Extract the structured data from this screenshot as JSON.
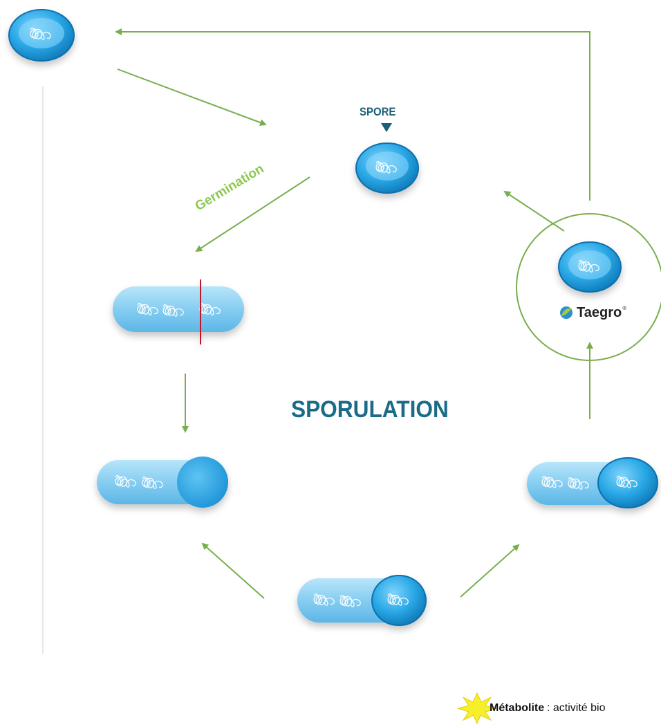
{
  "labels": {
    "spore": "SPORE",
    "germination": "Germination",
    "sporulation": "SPORULATION"
  },
  "brand": {
    "name": "Taegro",
    "registered": "®",
    "logo_colors": [
      "#2f8ed0",
      "#9ccf3c"
    ]
  },
  "legend": {
    "term": "Métabolite",
    "rest": ": activité bio",
    "burst_color": "#f7ef2a"
  },
  "colors": {
    "arrow": "#79ae4e",
    "cell_light": "#8fd1f3",
    "cell_dark": "#1d9fe0",
    "spore_fill": "#2aa8e6",
    "title": "#1a6b87",
    "division_line": "#c0182a",
    "guide_line": "#c8c8c8"
  },
  "icons": [
    "spore-icon",
    "rod-cell-icon",
    "taegro-logo-icon",
    "starburst-icon",
    "arrow-icon"
  ]
}
